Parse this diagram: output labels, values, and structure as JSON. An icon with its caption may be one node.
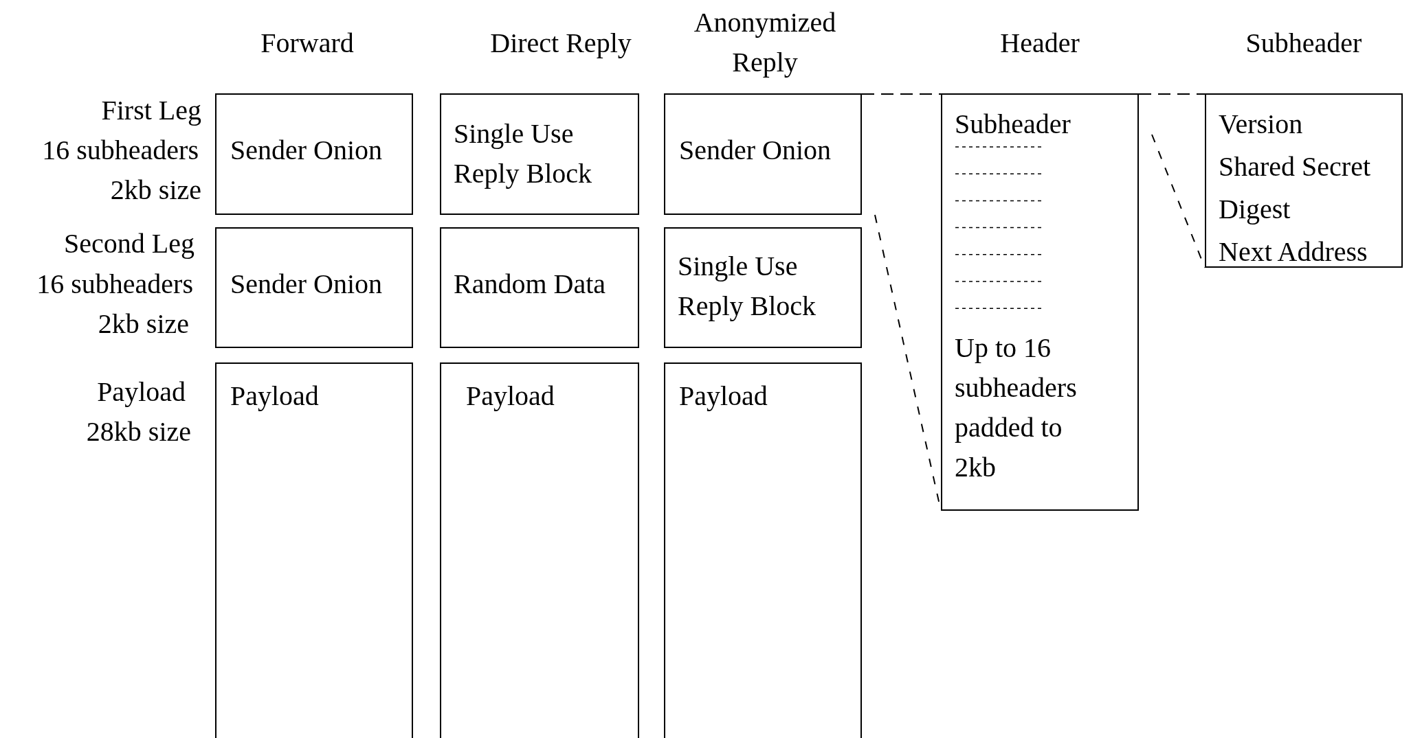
{
  "diagram": {
    "nodes": [
      {
        "text": [
          "Sender Onion"
        ]
      },
      {
        "text": [
          "Single Use Reply Block"
        ]
      },
      {
        "text": [
          "Sender Onion"
        ]
      },
      {
        "text": [
          "Sender Onion"
        ]
      },
      {
        "text": [
          "Random Data"
        ]
      },
      {
        "text": [
          "Single Use Reply Block"
        ]
      },
      {
        "text": [
          "Payload"
        ]
      },
      {
        "text": [
          "Payload"
        ]
      },
      {
        "text": [
          "Payload"
        ]
      },
      {
        "text": [
          "Subheader",
          "Up to 16 subheaders padded to 2kb"
        ]
      },
      {
        "text": [
          "Version",
          "Shared Secret",
          "Digest",
          "Next Address"
        ]
      }
    ],
    "edges": [
      {
        "from": 2,
        "to": 9,
        "arrow": "none",
        "style": "dashed"
      },
      {
        "from": 2,
        "to": 9,
        "arrow": "none",
        "style": "dashed"
      },
      {
        "from": 9,
        "to": 10,
        "arrow": "none",
        "style": "dashed"
      },
      {
        "from": 9,
        "to": 10,
        "arrow": "none",
        "style": "dashed"
      }
    ],
    "labels": [
      "Anonymized Reply",
      "Forward",
      "Direct Reply",
      "Header",
      "Subheader",
      "First Leg",
      "16 subheaders",
      "2kb size",
      "Second Leg",
      "16 subheaders",
      "2kb size",
      "Payload",
      "28kb size"
    ]
  }
}
